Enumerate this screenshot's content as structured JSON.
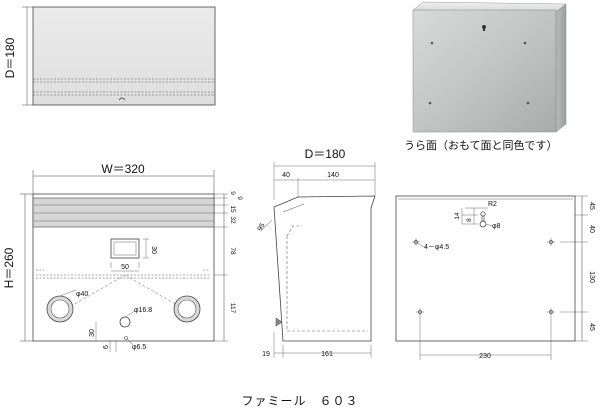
{
  "top_view": {
    "depth_label": "D＝180"
  },
  "photo": {
    "caption": "うら面（おもて面と同色です）"
  },
  "front_view": {
    "width_label": "W＝320",
    "height_label": "H＝260",
    "right_dims": [
      "9",
      "9",
      "15",
      "32",
      "78",
      "117"
    ],
    "slot_dims": {
      "w": "50",
      "h": "30"
    },
    "hole_large": "φ40",
    "hole_small": "φ16.8",
    "hole_tiny": "φ6.5",
    "bottom_dims": {
      "a": "30",
      "b": "6"
    }
  },
  "side_view": {
    "depth_label": "D＝180",
    "top_dims": [
      "40",
      "140"
    ],
    "angle_dim": "95",
    "bottom_dims": [
      "19",
      "161"
    ]
  },
  "back_view": {
    "radius": "R2",
    "dims_14_8": [
      "14",
      "8"
    ],
    "phi8": "φ8",
    "holes": "4－φ4.5",
    "right_dims": [
      "45",
      "40",
      "130",
      "45"
    ],
    "bottom_dim": "230"
  },
  "product_caption": "ファミール　６０３"
}
